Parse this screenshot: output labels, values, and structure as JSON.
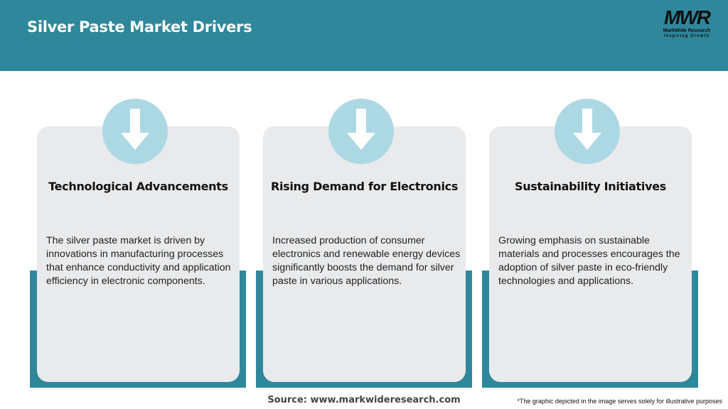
{
  "header": {
    "title": "Silver Paste Market Drivers",
    "background": "#2f879b"
  },
  "logo": {
    "mark": "MWR",
    "name": "MarkWide Research",
    "tagline": "Inspiring Growth"
  },
  "cards": [
    {
      "icon": "arrow-down-icon",
      "title": "Technological Advancements",
      "text": "The silver paste market is driven by innovations in manufacturing processes that enhance conductivity and application efficiency in electronic components."
    },
    {
      "icon": "arrow-down-icon",
      "title": "Rising Demand for Electronics",
      "text": "Increased production of consumer electronics and renewable energy devices significantly boosts the demand for silver paste in various applications."
    },
    {
      "icon": "arrow-down-icon",
      "title": "Sustainability Initiatives",
      "text": "Growing emphasis on sustainable materials and processes encourages the adoption of silver paste in eco-friendly technologies and applications."
    }
  ],
  "footer": {
    "source": "Source: www.markwideresearch.com",
    "note": "*The graphic depicted in the image serves solely for illustrative purposes"
  }
}
